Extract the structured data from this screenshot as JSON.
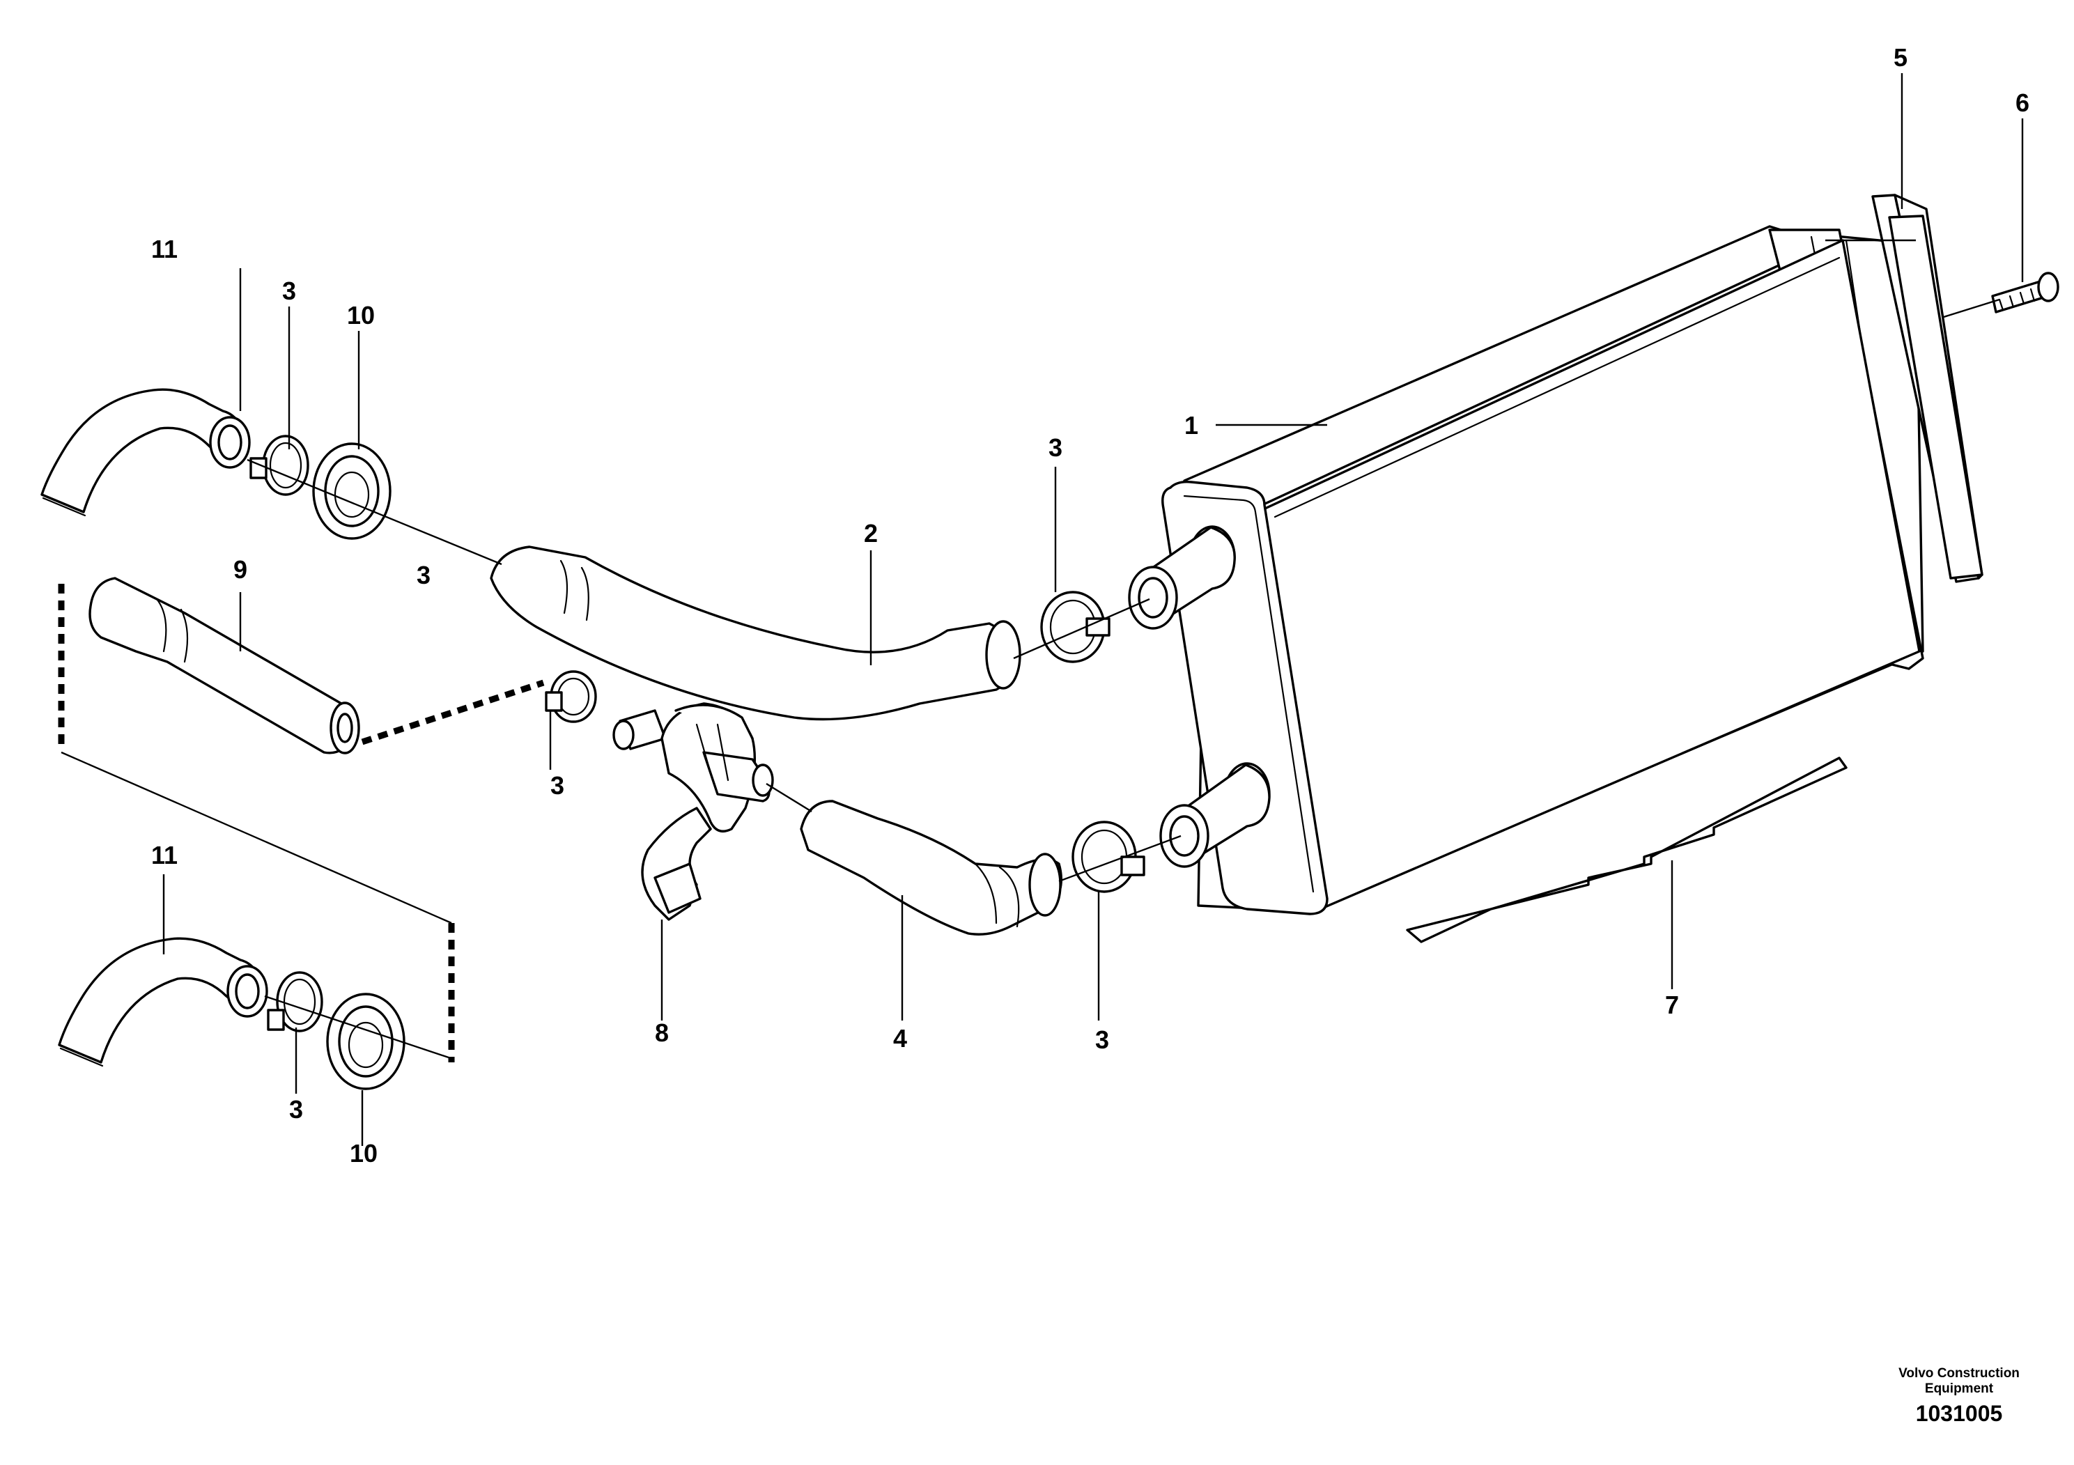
{
  "labels": {
    "heater_core": "1",
    "hose_upper": "2",
    "clamp": "3",
    "hose_lower": "4",
    "seal": "5",
    "screw": "6",
    "plate": "7",
    "valve": "8",
    "hose_straight": "9",
    "grommet": "10",
    "hose_elbow": "11"
  },
  "footer": {
    "company_line1": "Volvo Construction",
    "company_line2": "Equipment",
    "figure_number": "1031005"
  },
  "icons": [
    "heater-core-icon",
    "hose-clamp-icon",
    "hose-icon",
    "valve-icon",
    "screw-icon",
    "grommet-icon"
  ]
}
